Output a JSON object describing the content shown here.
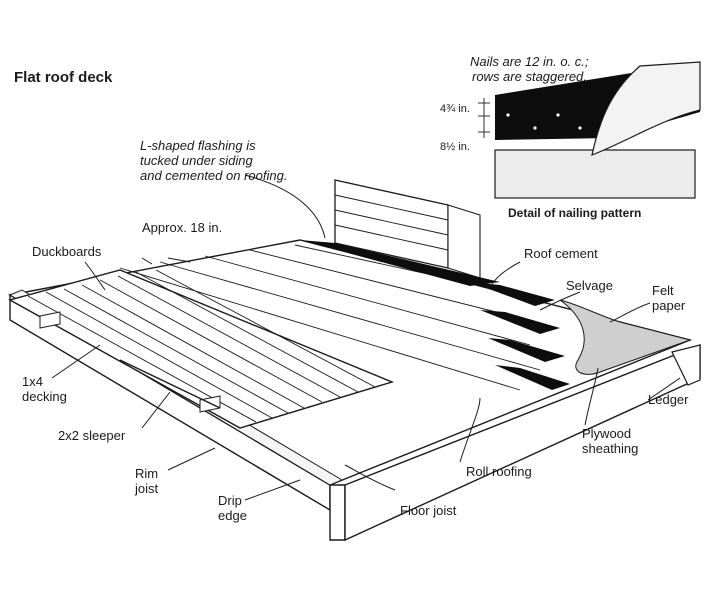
{
  "title": "Flat roof deck",
  "labels": {
    "flashing": [
      "L-shaped flashing is",
      "tucked under siding",
      "and cemented on roofing."
    ],
    "approx": "Approx. 18 in.",
    "duckboards": "Duckboards",
    "decking": [
      "1x4",
      "decking"
    ],
    "sleeper": "2x2 sleeper",
    "rim_joist": [
      "Rim",
      "joist"
    ],
    "drip_edge": [
      "Drip",
      "edge"
    ],
    "floor_joist": "Floor joist",
    "roll_roofing": "Roll roofing",
    "plywood": [
      "Plywood",
      "sheathing"
    ],
    "ledger": "Ledger",
    "felt": [
      "Felt",
      "paper"
    ],
    "selvage": "Selvage",
    "roof_cement": "Roof cement"
  },
  "detail": {
    "note": [
      "Nails are 12 in. o. c.;",
      "rows are staggered."
    ],
    "dim1": "4¾ in.",
    "dim2": "8½ in.",
    "caption": "Detail of nailing pattern"
  }
}
